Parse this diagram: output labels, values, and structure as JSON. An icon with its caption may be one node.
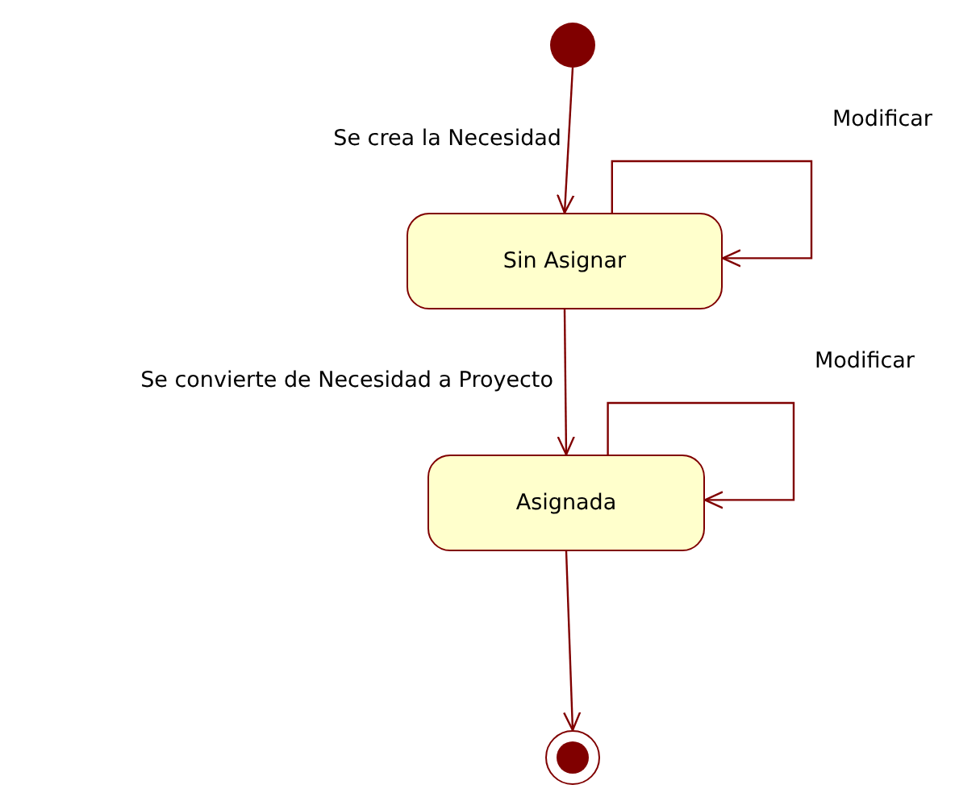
{
  "diagram": {
    "nodes": [
      {
        "text": [],
        "shape": "circle"
      },
      {
        "text": [
          "Sin Asignar"
        ]
      },
      {
        "text": [
          "Asignada"
        ]
      },
      {
        "text": [],
        "shape": "circle"
      }
    ],
    "edges": [
      {
        "from": 0,
        "to": 1,
        "arrow": "to",
        "label": "Se crea la Necesidad"
      },
      {
        "from": 1,
        "to": 1,
        "arrow": "to",
        "label": "Modificar"
      },
      {
        "from": 1,
        "to": 2,
        "arrow": "to",
        "label": "Se convierte de Necesidad a Proyecto"
      },
      {
        "from": 2,
        "to": 2,
        "arrow": "to",
        "label": "Modificar"
      },
      {
        "from": 2,
        "to": 3,
        "arrow": "to"
      }
    ]
  }
}
